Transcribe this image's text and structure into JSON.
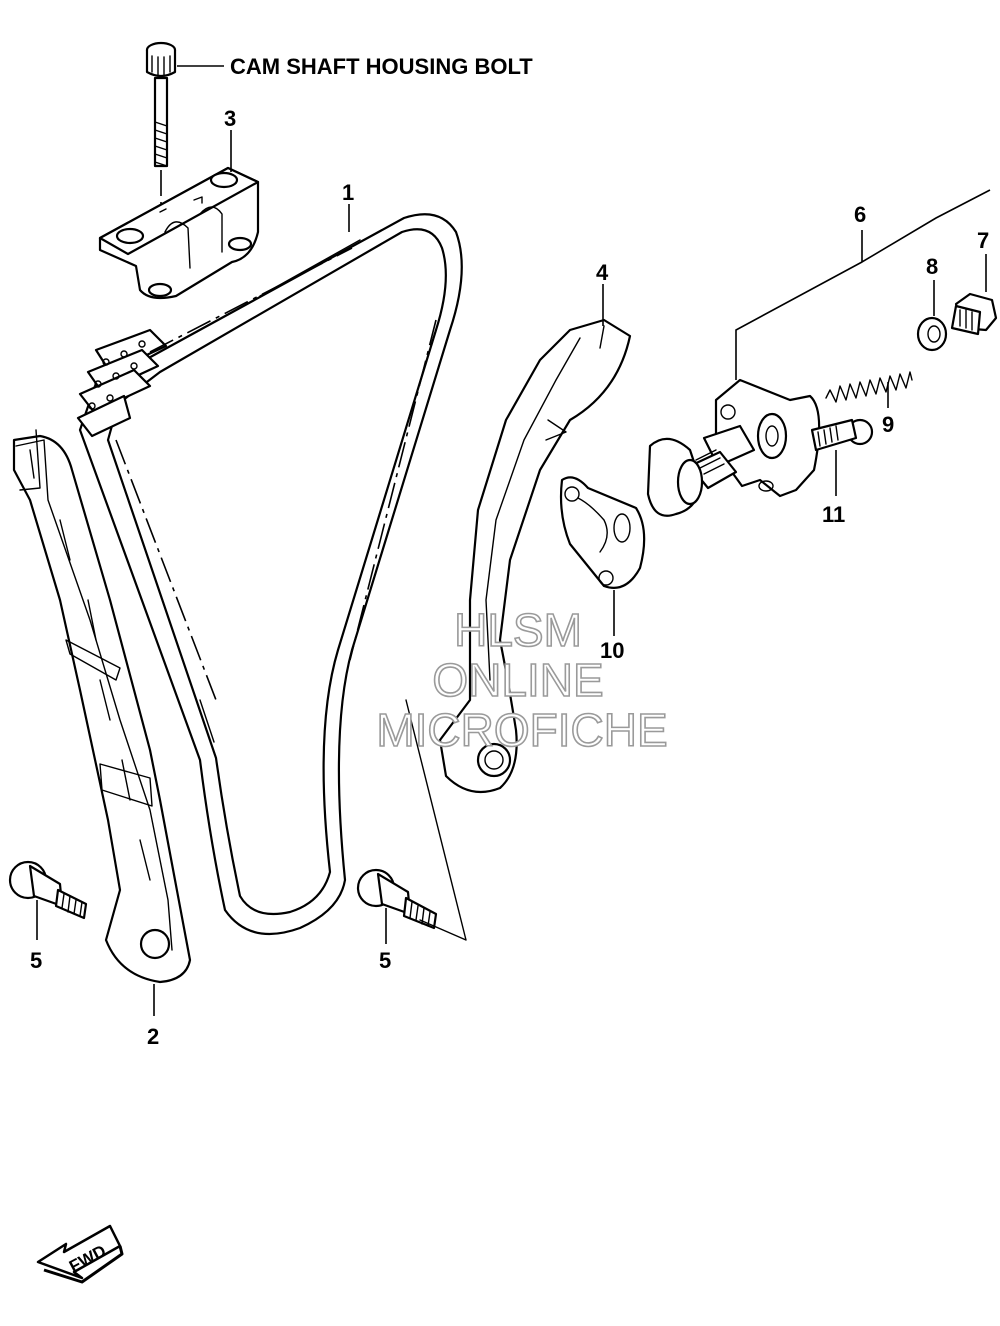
{
  "header_label": "CAM SHAFT HOUSING BOLT",
  "callouts": {
    "chain": "1",
    "guide_left": "2",
    "housing": "3",
    "guide_right": "4",
    "bolt_left": "5",
    "bolt_right": "5",
    "tensioner": "6",
    "plug": "7",
    "washer": "8",
    "spring": "9",
    "gasket": "10",
    "tensioner_bolt": "11"
  },
  "watermark": {
    "line1": "HLSM",
    "line2": "ONLINE",
    "line3": "MICROFICHE"
  },
  "fwd_label": "FWD"
}
